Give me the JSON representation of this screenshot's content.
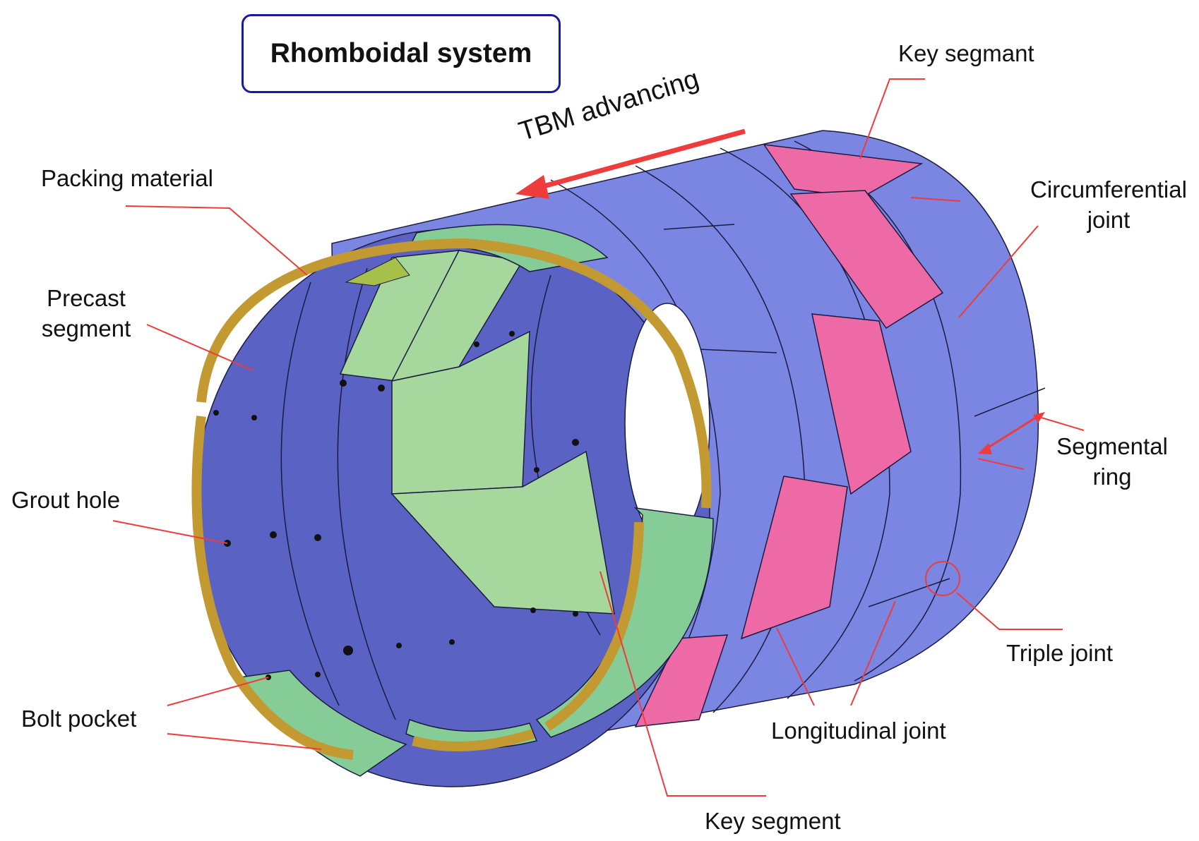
{
  "title": "Rhomboidal system",
  "direction_label": "TBM advancing",
  "labels": {
    "packing_material": "Packing material",
    "precast_segment_l1": "Precast",
    "precast_segment_l2": "segment",
    "grout_hole": "Grout hole",
    "bolt_pocket": "Bolt pocket",
    "key_segmant_top": "Key segmant",
    "circumferential_joint_l1": "Circumferential",
    "circumferential_joint_l2": "joint",
    "segmental_ring_l1": "Segmental",
    "segmental_ring_l2": "ring",
    "triple_joint": "Triple joint",
    "longitudinal_joint": "Longitudinal joint",
    "key_segment_bottom": "Key segment"
  },
  "colors": {
    "outer_blue": "#7b86e3",
    "inner_blue": "#5a63c4",
    "key_pink": "#ee6aa6",
    "green_segment": "#86cc96",
    "light_green": "#a6d79c",
    "packing_gold": "#c29a31",
    "leader_red": "#ee3b3b",
    "title_border": "#1a1aa0"
  }
}
